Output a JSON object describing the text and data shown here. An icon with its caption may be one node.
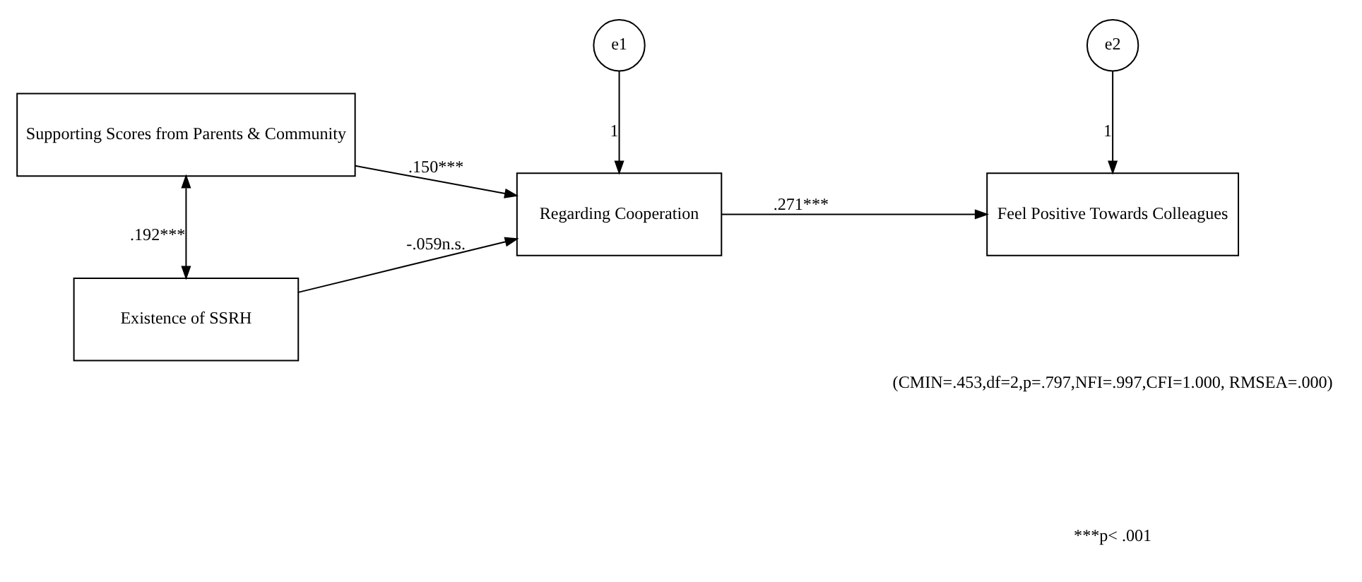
{
  "diagram": {
    "nodes": [
      {
        "text": [
          "e1"
        ]
      },
      {
        "text": [
          "e2"
        ]
      },
      {
        "text": [
          "Supporting Scores from Parents & Community"
        ]
      },
      {
        "text": [
          "Existence of SSRH"
        ]
      },
      {
        "text": [
          "Regarding Cooperation"
        ]
      },
      {
        "text": [
          "Feel Positive Towards Colleagues"
        ]
      }
    ],
    "edges": [
      {
        "from": 0,
        "to": 4,
        "arrow": "to",
        "label": "1"
      },
      {
        "from": 1,
        "to": 5,
        "arrow": "to",
        "label": "1"
      },
      {
        "from": 2,
        "to": 4,
        "arrow": "to",
        "label": ".150***"
      },
      {
        "from": 3,
        "to": 4,
        "arrow": "to",
        "label": "-.059n.s."
      },
      {
        "from": 4,
        "to": 5,
        "arrow": "to",
        "label": ".271***"
      },
      {
        "from": 2,
        "to": 3,
        "arrow": "both",
        "label": ".192***"
      }
    ],
    "labels": [
      "(CMIN=.453,df=2,p=.797,NFI=.997,CFI=1.000, RMSEA=.000)",
      "***p< .001"
    ]
  }
}
